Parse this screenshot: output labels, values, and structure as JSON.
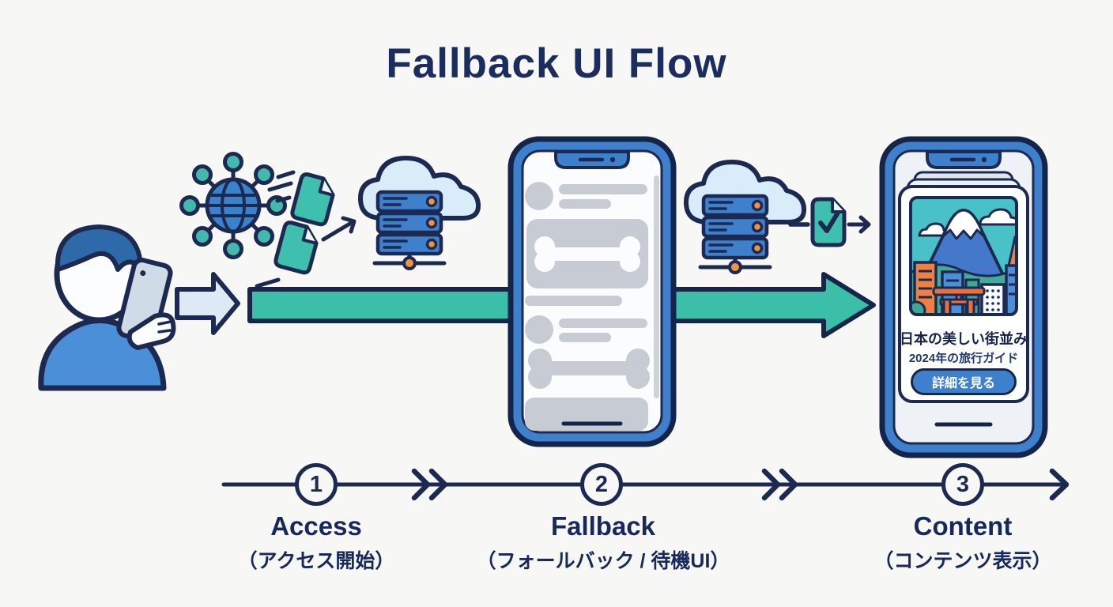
{
  "title": "Fallback UI Flow",
  "colors": {
    "navy_outline": "#1c2a52",
    "title_navy": "#1b2c5e",
    "flow_teal": "#3cbfa9",
    "primary_blue": "#3f80cc",
    "cloud_light_blue": "#d9ecfa",
    "pale_arrow_blue": "#ddeaf6",
    "accent_orange": "#f0923f",
    "skeleton_gray": "#c7ccd4",
    "background": "#f7f8f5"
  },
  "icons": {
    "stage_access": [
      "person-with-phone-icon",
      "block-arrow-icon",
      "network-globe-icon",
      "flying-documents-icon",
      "cloud-server-icon"
    ],
    "stage_fallback": [
      "fallback-phone-skeleton",
      "skeleton-bone-placeholder",
      "flow-arrow"
    ],
    "stage_content": [
      "cloud-server-icon",
      "document-check-icon",
      "content-phone",
      "mount-fuji-illustration"
    ]
  },
  "content_phone": {
    "headline": "日本の美しい街並み",
    "subtitle": "2024年の旅行ガイド",
    "button_label": "詳細を見る"
  },
  "timeline": {
    "steps": [
      {
        "number": "1",
        "name": "Access",
        "name_jp": "（アクセス開始）"
      },
      {
        "number": "2",
        "name": "Fallback",
        "name_jp": "（フォールバック / 待機UI）"
      },
      {
        "number": "3",
        "name": "Content",
        "name_jp": "（コンテンツ表示）"
      }
    ]
  }
}
